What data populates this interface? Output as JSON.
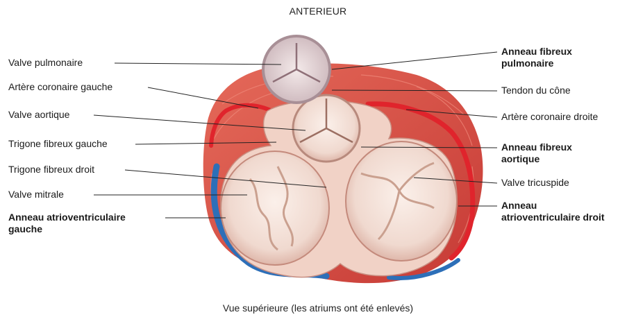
{
  "diagram": {
    "top_label": "ANTERIEUR",
    "caption": "Vue supérieure (les atriums ont été enlevés)",
    "left_labels": [
      {
        "text": "Valve pulmonaire"
      },
      {
        "text": "Artère coronaire gauche"
      },
      {
        "text": "Valve aortique"
      },
      {
        "text": "Trigone fibreux gauche"
      },
      {
        "text": "Trigone fibreux droit"
      },
      {
        "text": "Valve mitrale"
      },
      {
        "text": "Anneau atrioventriculaire",
        "line2": "gauche"
      }
    ],
    "right_labels": [
      {
        "text": "Anneau fibreux",
        "line2": "pulmonaire"
      },
      {
        "text": "Tendon du cône"
      },
      {
        "text": "Artère coronaire droite"
      },
      {
        "text": "Anneau fibreux",
        "line2": "aortique"
      },
      {
        "text": "Valve tricuspide"
      },
      {
        "text": "Anneau",
        "line2": "atrioventriculaire droit"
      }
    ]
  },
  "colors": {
    "muscle": "#d9534a",
    "artery": "#e0242c",
    "vein": "#2d6fb8",
    "fibrous": "#f1d2c6",
    "valve": "#f3e6df"
  }
}
